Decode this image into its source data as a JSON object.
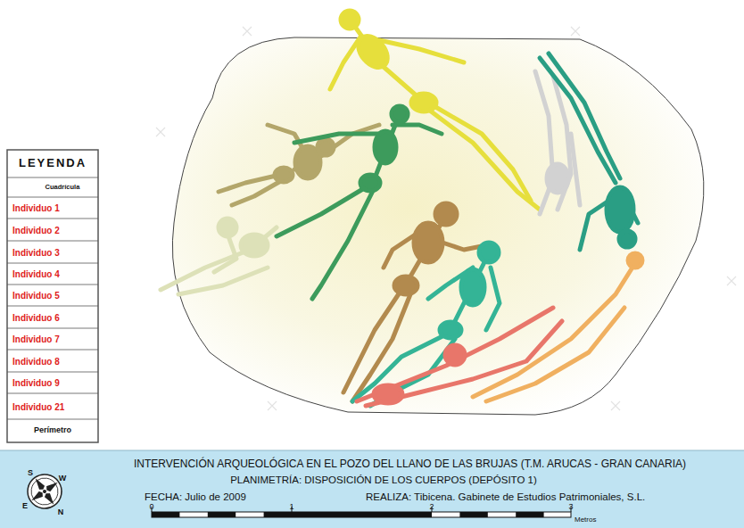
{
  "diagram": {
    "title": "INTERVENCIÓN ARQUEOLÓGICA EN EL POZO DEL LLANO DE LAS BRUJAS (T.M. ARUCAS - GRAN CANARIA)",
    "labels": [
      "LEYENDA",
      "PLANIMETRÍA: DISPOSICIÓN DE LOS CUERPOS (DEPÓSITO 1)",
      "FECHA: Julio de 2009",
      "REALIZA: Tibicena. Gabinete de Estudios Patrimoniales, S.L.",
      "0",
      "1",
      "2",
      "3",
      "Metros",
      "S",
      "W",
      "E",
      "N"
    ],
    "legend": [
      {
        "text": "Cuadrícula"
      },
      {
        "text": "Individuo 1"
      },
      {
        "text": "Individuo 2"
      },
      {
        "text": "Individuo 3"
      },
      {
        "text": "Individuo 4"
      },
      {
        "text": "Individuo 5"
      },
      {
        "text": "Individuo 6"
      },
      {
        "text": "Individuo 7"
      },
      {
        "text": "Individuo 8"
      },
      {
        "text": "Individuo 9"
      },
      {
        "text": "Individuo 21"
      },
      {
        "text": "Perímetro"
      }
    ]
  }
}
